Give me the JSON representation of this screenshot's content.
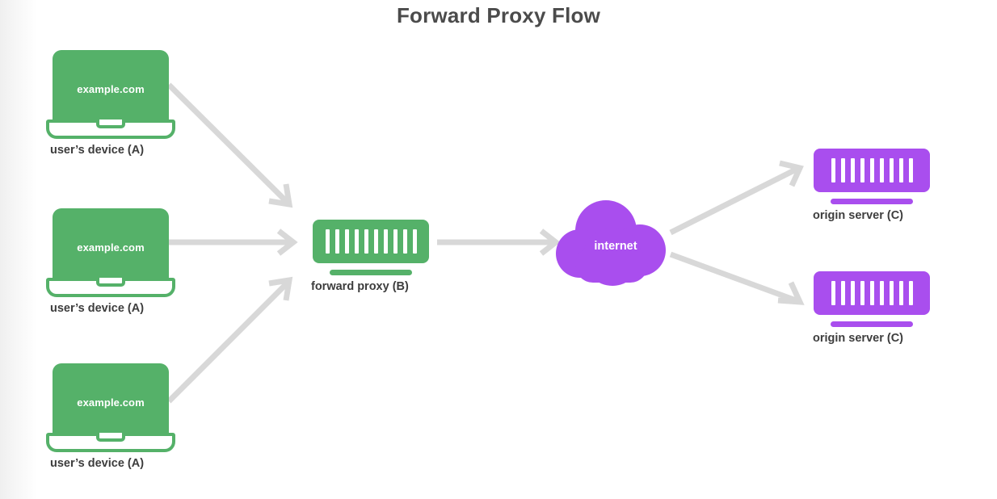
{
  "diagram": {
    "title": "Forward Proxy Flow",
    "background_color": "#ffffff",
    "colors": {
      "client_green": "#55b169",
      "server_purple": "#a94eee",
      "arrow_gray": "#d8d8d8",
      "text_dark": "#3d3d3d",
      "title_gray": "#4b4b4b"
    },
    "clients": [
      {
        "screen_text": "example.com",
        "caption": "user’s device (A)"
      },
      {
        "screen_text": "example.com",
        "caption": "user’s device (A)"
      },
      {
        "screen_text": "example.com",
        "caption": "user’s device (A)"
      }
    ],
    "proxy": {
      "caption": "forward proxy (B)",
      "bar_count": 10
    },
    "cloud": {
      "label": "internet"
    },
    "origin_servers": [
      {
        "caption": "origin server (C)",
        "bar_count": 9
      },
      {
        "caption": "origin server (C)",
        "bar_count": 9
      }
    ],
    "flows": [
      {
        "from": "user’s device (A)",
        "to": "forward proxy (B)"
      },
      {
        "from": "user’s device (A)",
        "to": "forward proxy (B)"
      },
      {
        "from": "user’s device (A)",
        "to": "forward proxy (B)"
      },
      {
        "from": "forward proxy (B)",
        "to": "internet"
      },
      {
        "from": "internet",
        "to": "origin server (C)"
      },
      {
        "from": "internet",
        "to": "origin server (C)"
      }
    ]
  }
}
